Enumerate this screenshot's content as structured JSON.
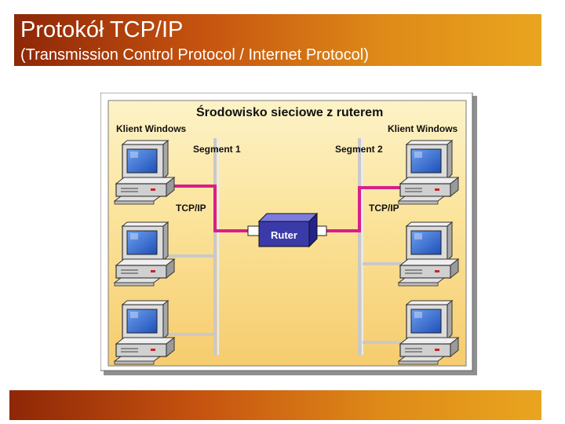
{
  "slide": {
    "title": "Protokół TCP/IP",
    "subtitle": "(Transmission Control Protocol / Internet Protocol)"
  },
  "diagram": {
    "heading": "Środowisko sieciowe z ruterem",
    "left_client_label": "Klient Windows",
    "right_client_label": "Klient Windows",
    "segment_1_label": "Segment 1",
    "segment_2_label": "Segment 2",
    "left_protocol_label": "TCP/IP",
    "right_protocol_label": "TCP/IP",
    "router_label": "Ruter"
  },
  "colors": {
    "title_gradient_start": "#8e2707",
    "title_gradient_end": "#e9a51e",
    "diagram_background": "#fbe39a",
    "link_magenta": "#d6208a",
    "segment_gray": "#c8c8c8",
    "router_blue": "#3a3aa8"
  }
}
